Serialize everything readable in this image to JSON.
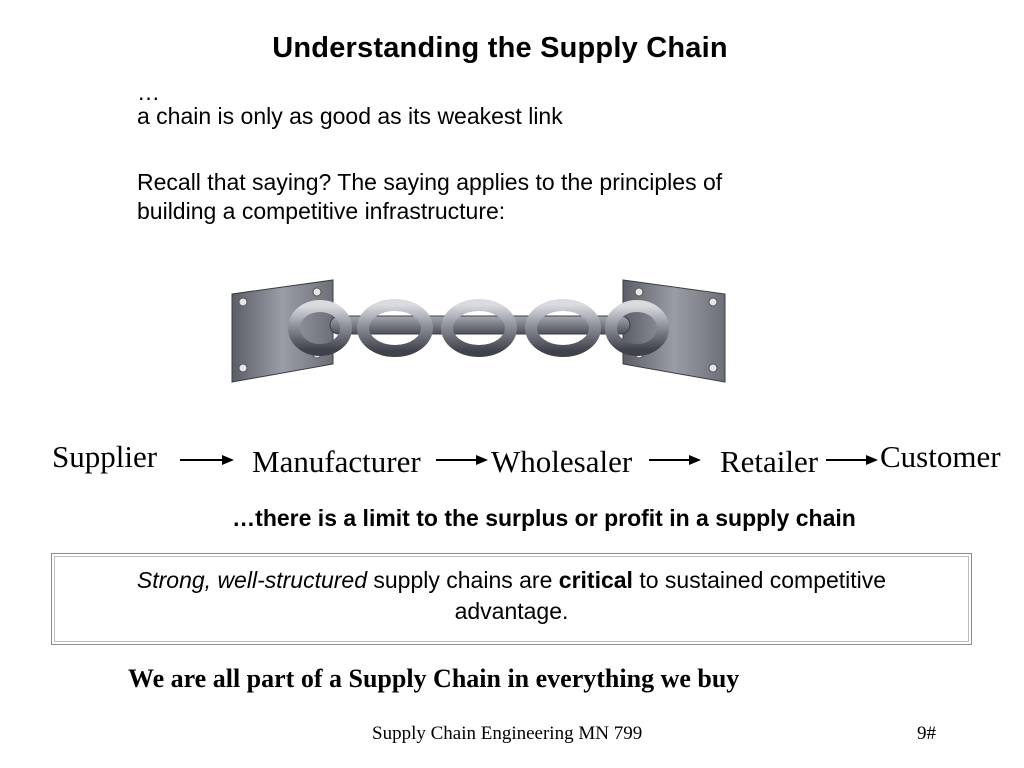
{
  "slide": {
    "title": "Understanding the Supply Chain",
    "intro": {
      "ellipsis": "…",
      "line1": "a chain is only as good as its weakest link",
      "line2": "Recall that saying? The saying applies to the principles of",
      "line3": "building a competitive infrastructure:"
    },
    "flow": {
      "nodes": [
        "Supplier",
        "Manufacturer",
        "Wholesaler",
        "Retailer",
        "Customer"
      ]
    },
    "limit_text": "…there is a limit to the surplus or profit in a supply chain",
    "callout": {
      "italic_part": "Strong, well-structured",
      "mid_part": " supply chains are ",
      "bold_part": "critical",
      "end_part": " to sustained competitive advantage."
    },
    "takeaway": "We are all part of a Supply Chain in everything we buy",
    "footer": {
      "course": "Supply Chain Engineering MN 799",
      "page": "9#"
    }
  }
}
